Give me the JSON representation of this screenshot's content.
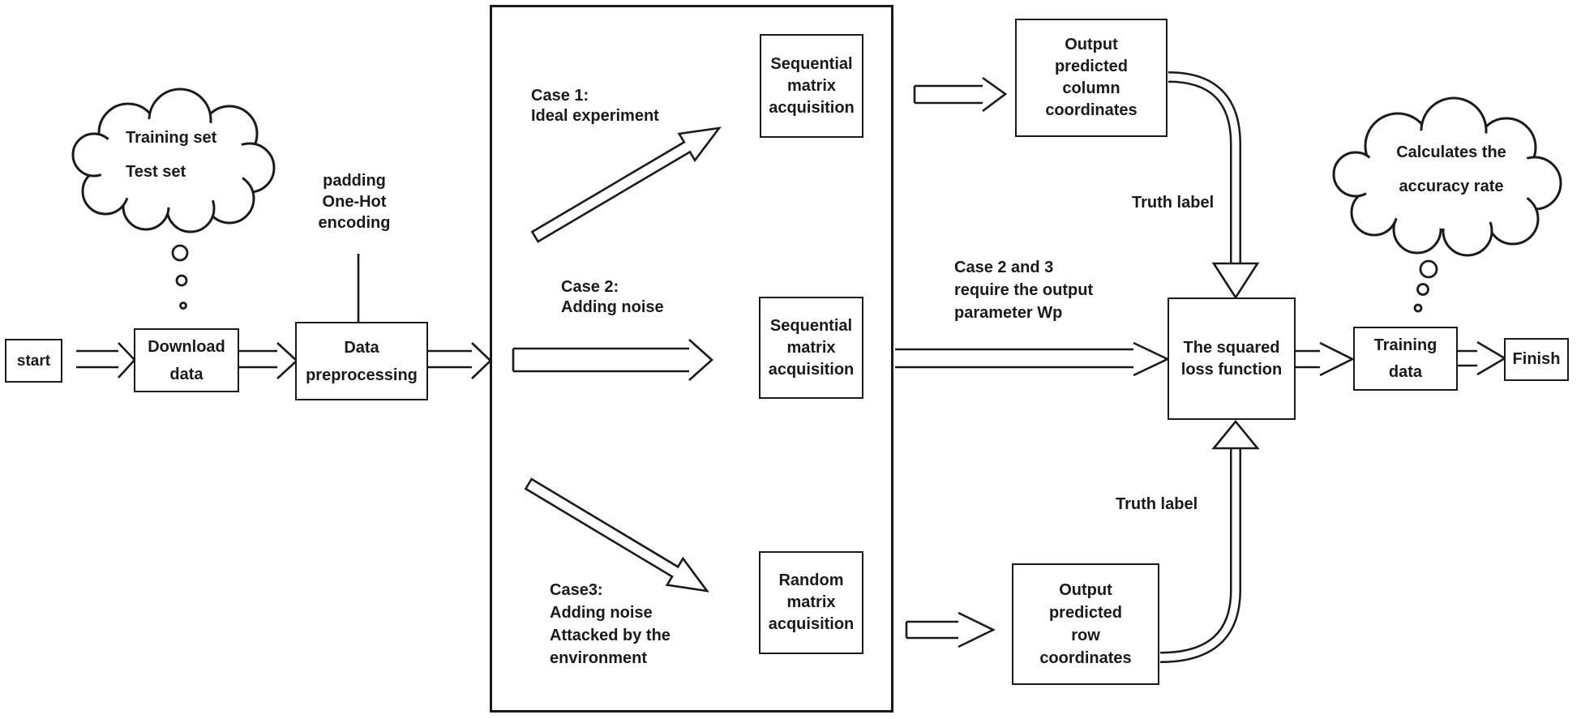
{
  "colors": {
    "ink": "#1a1a1a",
    "background": "#ffffff"
  },
  "nodes": {
    "start": "start",
    "download_data": "Download\ndata",
    "data_preprocessing": "Data\npreprocessing",
    "sequential_matrix_1": "Sequential\nmatrix\nacquisition",
    "sequential_matrix_2": "Sequential\nmatrix\nacquisition",
    "random_matrix": "Random\nmatrix\nacquisition",
    "output_column": "Output\npredicted\ncolumn\ncoordinates",
    "output_row": "Output\npredicted\nrow\ncoordinates",
    "squared_loss": "The squared\nloss function",
    "training_data": "Training\ndata",
    "finish": "Finish"
  },
  "annotations": {
    "cloud_left": "Training set\nTest set",
    "cloud_right": "Calculates the\naccuracy rate",
    "padding_note": "padding\nOne-Hot\nencoding",
    "case1": "Case 1:\nIdeal experiment",
    "case2": "Case 2:\nAdding noise",
    "case3": "Case3:\nAdding noise\nAttacked by the\nenvironment",
    "case23_note": "Case 2 and 3\nrequire the output\nparameter Wp",
    "truth_label_top": "Truth label",
    "truth_label_bottom": "Truth label"
  }
}
